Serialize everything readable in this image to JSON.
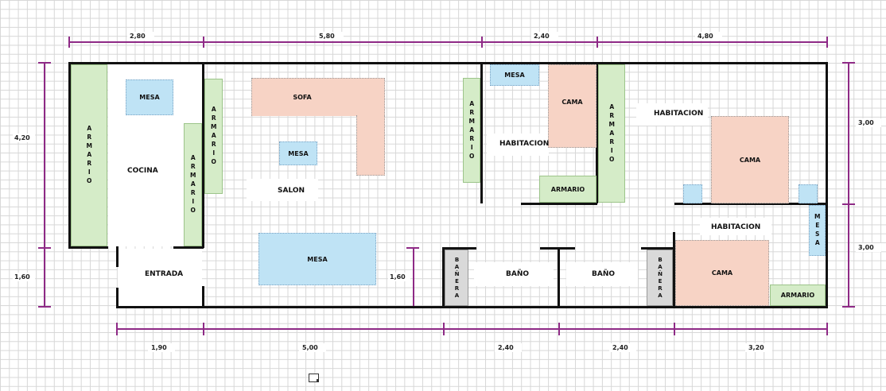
{
  "dimensions": {
    "top": [
      "2,80",
      "5,80",
      "2,40",
      "4,80"
    ],
    "bottom": [
      "1,90",
      "5,00",
      "2,40",
      "2,40",
      "3,20"
    ],
    "left_upper": "4,20",
    "left_lower": "1,60",
    "right_upper": "3,00",
    "right_lower": "3,00",
    "inner": "1,60"
  },
  "rooms": {
    "cocina": "COCINA",
    "salon": "SALON",
    "entrada": "ENTRADA",
    "habitacion_1": "HABITACION",
    "habitacion_2": "HABITACION",
    "habitacion_3": "HABITACION",
    "bano_1": "BAÑO",
    "bano_2": "BAÑO"
  },
  "furniture": {
    "armario": "ARMARIO",
    "mesa": "MESA",
    "sofa": "SOFA",
    "cama": "CAMA",
    "banera": "BAÑERA"
  },
  "colors": {
    "wall": "#111111",
    "dimension": "#8e2a86",
    "armario": "#d5ecc8",
    "mesa": "#bfe3f5",
    "cama_sofa": "#f7d3c5",
    "banera": "#d9d9d9"
  }
}
